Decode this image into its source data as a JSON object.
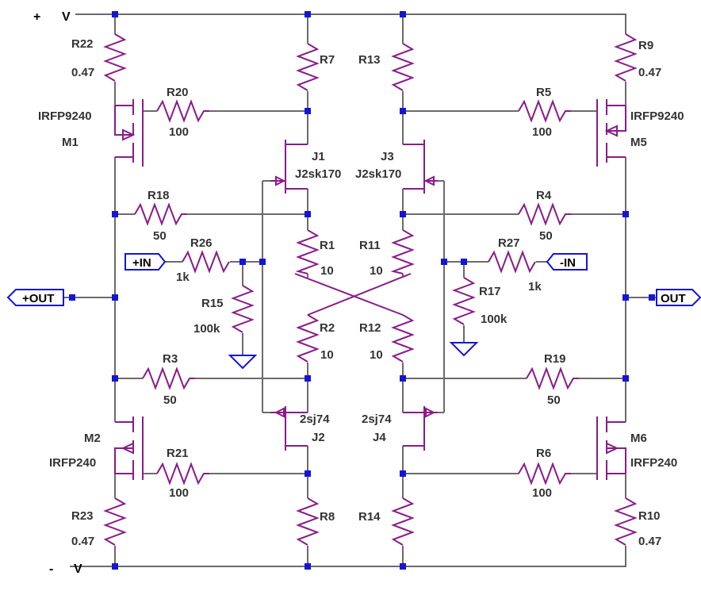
{
  "rails": {
    "top_sign": "+",
    "top_name": "V",
    "bottom_sign": "-",
    "bottom_name": "V"
  },
  "ports": {
    "in_pos": "+IN",
    "in_neg": "-IN",
    "out_pos": "+OUT",
    "out_neg": "OUT"
  },
  "resistors": {
    "R22": {
      "ref": "R22",
      "value": "0.47"
    },
    "R23": {
      "ref": "R23",
      "value": "0.47"
    },
    "R9": {
      "ref": "R9",
      "value": "0.47"
    },
    "R10": {
      "ref": "R10",
      "value": "0.47"
    },
    "R20": {
      "ref": "R20",
      "value": "100"
    },
    "R21": {
      "ref": "R21",
      "value": "100"
    },
    "R5": {
      "ref": "R5",
      "value": "100"
    },
    "R6": {
      "ref": "R6",
      "value": "100"
    },
    "R18": {
      "ref": "R18",
      "value": "50"
    },
    "R3": {
      "ref": "R3",
      "value": "50"
    },
    "R4": {
      "ref": "R4",
      "value": "50"
    },
    "R19": {
      "ref": "R19",
      "value": "50"
    },
    "R26": {
      "ref": "R26",
      "value": "1k"
    },
    "R27": {
      "ref": "R27",
      "value": "1k"
    },
    "R15": {
      "ref": "R15",
      "value": "100k"
    },
    "R17": {
      "ref": "R17",
      "value": "100k"
    },
    "R1": {
      "ref": "R1",
      "value": "10"
    },
    "R2": {
      "ref": "R2",
      "value": "10"
    },
    "R11": {
      "ref": "R11",
      "value": "10"
    },
    "R12": {
      "ref": "R12",
      "value": "10"
    },
    "R7": {
      "ref": "R7",
      "value": ""
    },
    "R8": {
      "ref": "R8",
      "value": ""
    },
    "R13": {
      "ref": "R13",
      "value": ""
    },
    "R14": {
      "ref": "R14",
      "value": ""
    }
  },
  "transistors": {
    "M1": {
      "ref": "M1",
      "model": "IRFP9240"
    },
    "M5": {
      "ref": "M5",
      "model": "IRFP9240"
    },
    "M2": {
      "ref": "M2",
      "model": "IRFP240"
    },
    "M6": {
      "ref": "M6",
      "model": "IRFP240"
    },
    "J1": {
      "ref": "J1",
      "model": "J2sk170"
    },
    "J3": {
      "ref": "J3",
      "model": "J2sk170"
    },
    "J2": {
      "ref": "J2",
      "model": "2sj74"
    },
    "J4": {
      "ref": "J4",
      "model": "2sj74"
    }
  },
  "colors": {
    "wire": "#6b6b6b",
    "component": "#8a1b8a",
    "node": "#1515d6",
    "label": "#333333"
  }
}
